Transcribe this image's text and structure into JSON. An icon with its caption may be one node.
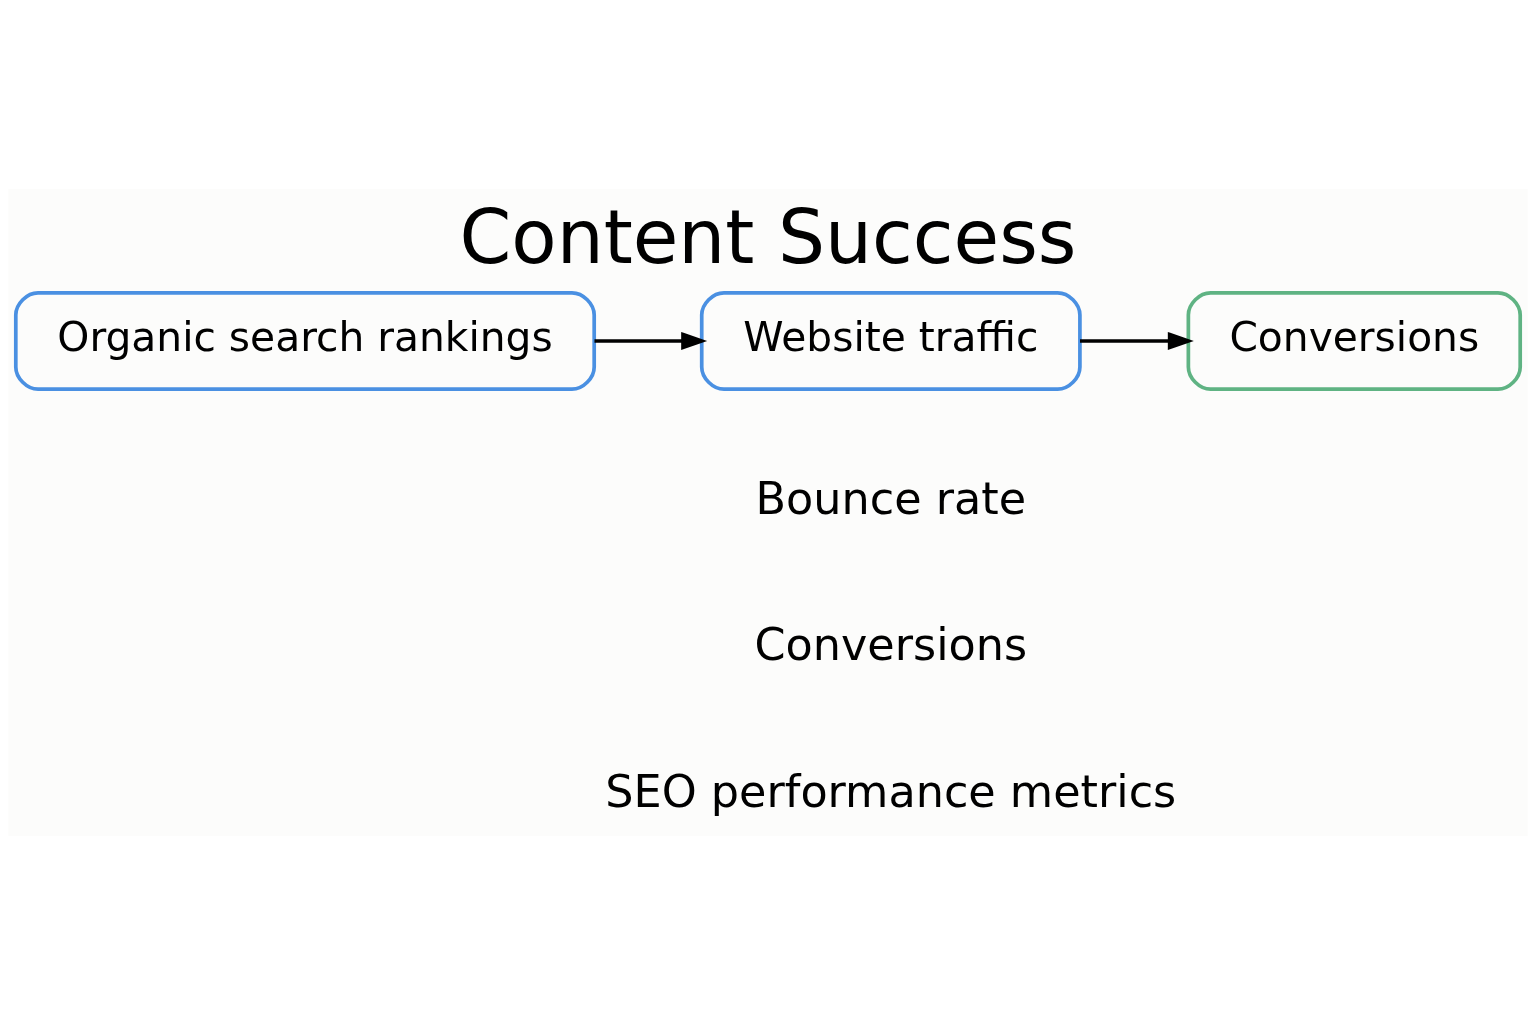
{
  "diagram": {
    "title": "Content Success",
    "nodes": [
      {
        "text": [
          "Organic search rankings"
        ]
      },
      {
        "text": [
          "Website traffic"
        ]
      },
      {
        "text": [
          "Conversions"
        ]
      }
    ],
    "edges": [
      {
        "from": 0,
        "to": 1,
        "arrow": "to"
      },
      {
        "from": 1,
        "to": 2,
        "arrow": "to"
      }
    ],
    "labels": [
      "Bounce rate",
      "Conversions",
      "SEO performance metrics"
    ]
  }
}
